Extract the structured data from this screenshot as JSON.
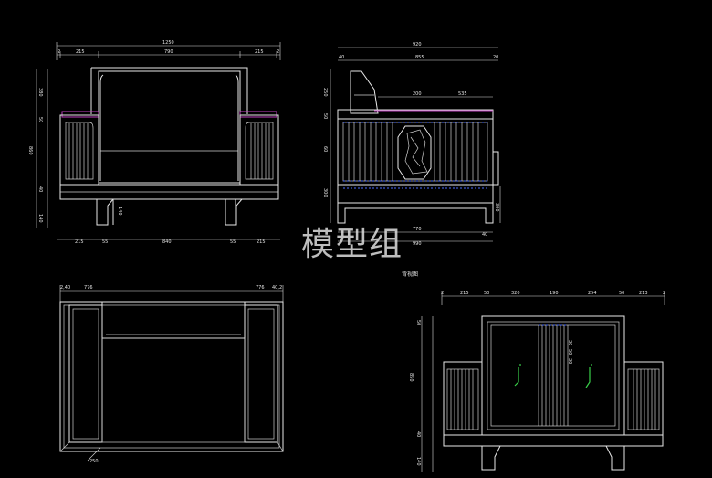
{
  "watermark": "模型组",
  "back_view_title": "背视图",
  "front_view": {
    "overall_width": "1250",
    "top_dims": [
      "2",
      "215",
      "790",
      "215",
      "2"
    ],
    "bottom_dims": [
      "215",
      "55",
      "840",
      "55",
      "215"
    ],
    "left_dims": [
      "380",
      "50",
      "860",
      "40",
      "140"
    ],
    "leg_dim": "140"
  },
  "side_view": {
    "overall_width": "920",
    "top_dims": [
      "40",
      "855",
      "20"
    ],
    "seat_dims": [
      "200",
      "535"
    ],
    "left_dims": [
      "250",
      "50",
      "60",
      "300"
    ],
    "bottom_dims": [
      "770",
      "990",
      "40"
    ],
    "right_dim": "300"
  },
  "plan_view": {
    "top_dims": [
      "2,40",
      "776",
      "776",
      "40,2"
    ],
    "corner_dim": "250"
  },
  "back_view": {
    "top_dims": [
      "2",
      "215",
      "50",
      "320",
      "190",
      "254",
      "50",
      "213",
      "2"
    ],
    "left_dims": [
      "50",
      "850",
      "40",
      "140"
    ],
    "center_dims": [
      "30",
      "50",
      "30"
    ]
  }
}
